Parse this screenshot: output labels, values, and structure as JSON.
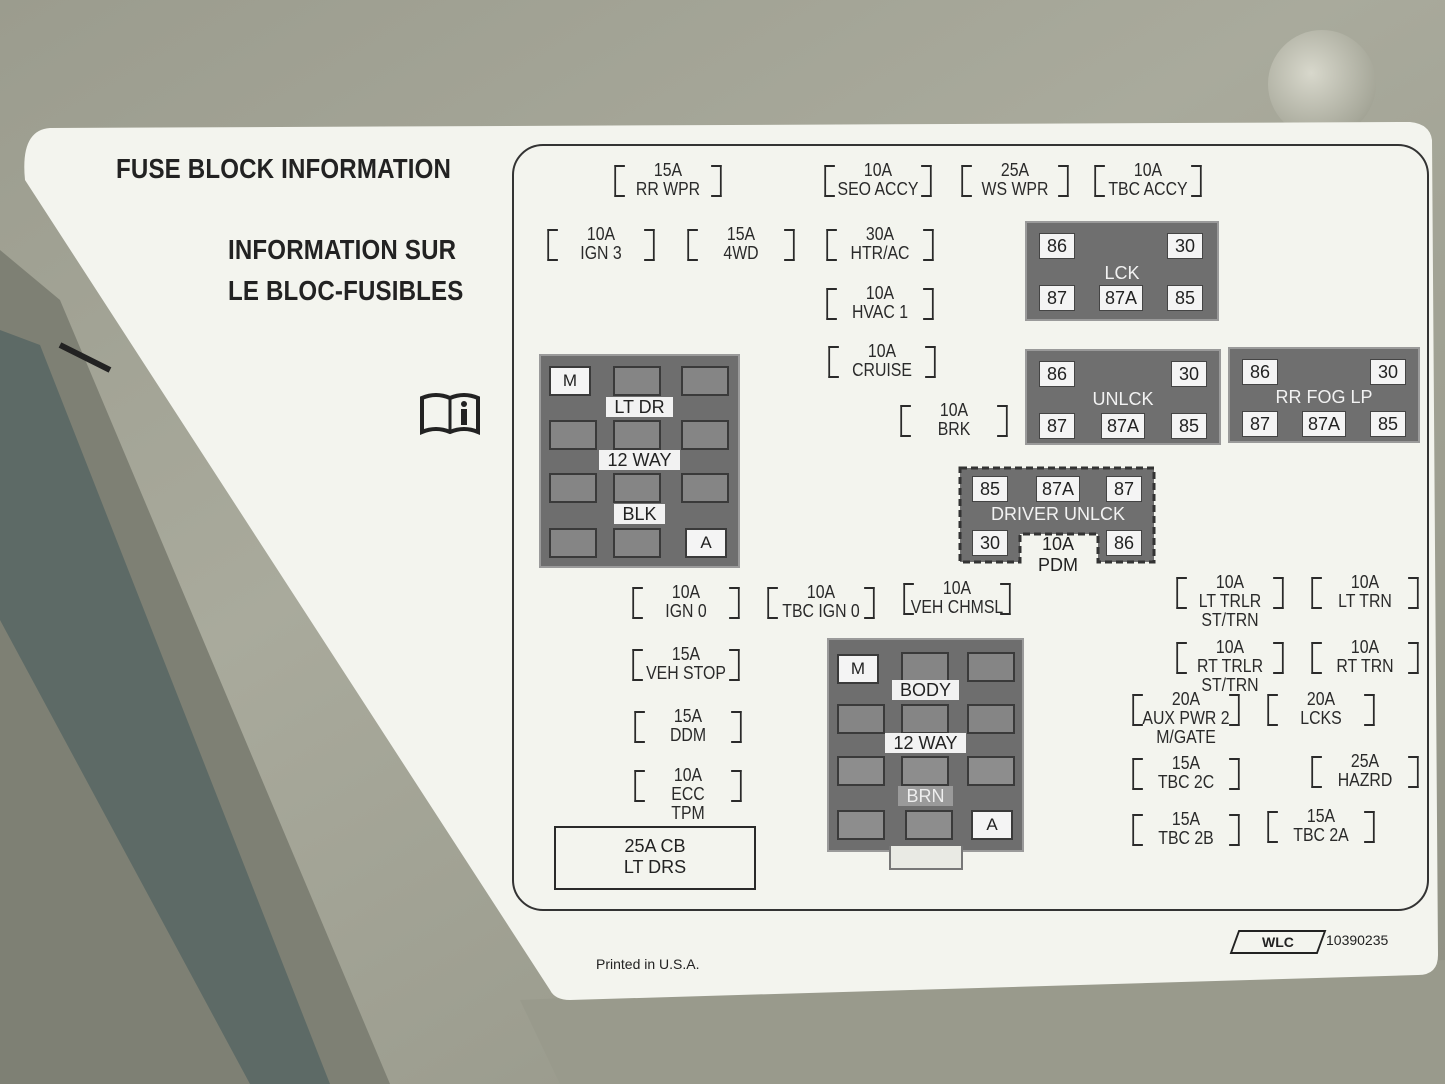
{
  "header": {
    "title_en": "FUSE BLOCK INFORMATION",
    "title_fr_1": "INFORMATION SUR",
    "title_fr_2": "LE BLOC-FUSIBLES"
  },
  "fuses": {
    "rr_wpr": [
      "15A",
      "RR WPR"
    ],
    "seo_accy": [
      "10A",
      "SEO ACCY"
    ],
    "ws_wpr": [
      "25A",
      "WS WPR"
    ],
    "tbc_accy": [
      "10A",
      "TBC ACCY"
    ],
    "ign3": [
      "10A",
      "IGN 3"
    ],
    "fwd": [
      "15A",
      "4WD"
    ],
    "htr_ac": [
      "30A",
      "HTR/AC"
    ],
    "hvac1": [
      "10A",
      "HVAC 1"
    ],
    "cruise": [
      "10A",
      "CRUISE"
    ],
    "brk": [
      "10A",
      "BRK"
    ],
    "pdm": [
      "10A",
      "PDM"
    ],
    "ign0": [
      "10A",
      "IGN 0"
    ],
    "tbc_ign0": [
      "10A",
      "TBC IGN 0"
    ],
    "veh_chmsl": [
      "10A",
      "VEH CHMSL"
    ],
    "veh_stop": [
      "15A",
      "VEH STOP"
    ],
    "ddm": [
      "15A",
      "DDM"
    ],
    "ecc_tpm": [
      "10A",
      "ECC",
      "TPM"
    ],
    "lt_trlr": [
      "10A",
      "LT TRLR",
      "ST/TRN"
    ],
    "lt_trn": [
      "10A",
      "LT TRN"
    ],
    "rt_trlr": [
      "10A",
      "RT TRLR",
      "ST/TRN"
    ],
    "rt_trn": [
      "10A",
      "RT TRN"
    ],
    "aux_pwr": [
      "20A",
      "AUX PWR 2",
      "M/GATE"
    ],
    "lcks": [
      "20A",
      "LCKS"
    ],
    "tbc2c": [
      "15A",
      "TBC 2C"
    ],
    "hazrd": [
      "25A",
      "HAZRD"
    ],
    "tbc2b": [
      "15A",
      "TBC 2B"
    ],
    "tbc2a": [
      "15A",
      "TBC 2A"
    ]
  },
  "relays": {
    "lck": {
      "name": "LCK",
      "pins": [
        "86",
        "30",
        "87",
        "87A",
        "85"
      ]
    },
    "unlck": {
      "name": "UNLCK",
      "pins": [
        "86",
        "30",
        "87",
        "87A",
        "85"
      ]
    },
    "rr_fog": {
      "name": "RR FOG LP",
      "pins": [
        "86",
        "30",
        "87",
        "87A",
        "85"
      ]
    },
    "driver_unlck": {
      "name": "DRIVER UNLCK",
      "pins": [
        "85",
        "87A",
        "87",
        "30",
        "86"
      ]
    }
  },
  "connectors": {
    "lt_dr": {
      "l1": "LT DR",
      "l2": "12 WAY",
      "l3": "BLK",
      "m": "M",
      "a": "A"
    },
    "body": {
      "l1": "BODY",
      "l2": "12 WAY",
      "l3": "BRN",
      "m": "M",
      "a": "A"
    }
  },
  "breaker": {
    "l1": "25A CB",
    "l2": "LT DRS"
  },
  "footer": {
    "printed": "Printed in U.S.A.",
    "logo": "WLC",
    "part_no": "10390235"
  },
  "colors": {
    "label": "#f3f4ee",
    "relay": "#6f6f6f",
    "ink": "#2a2a2a"
  }
}
